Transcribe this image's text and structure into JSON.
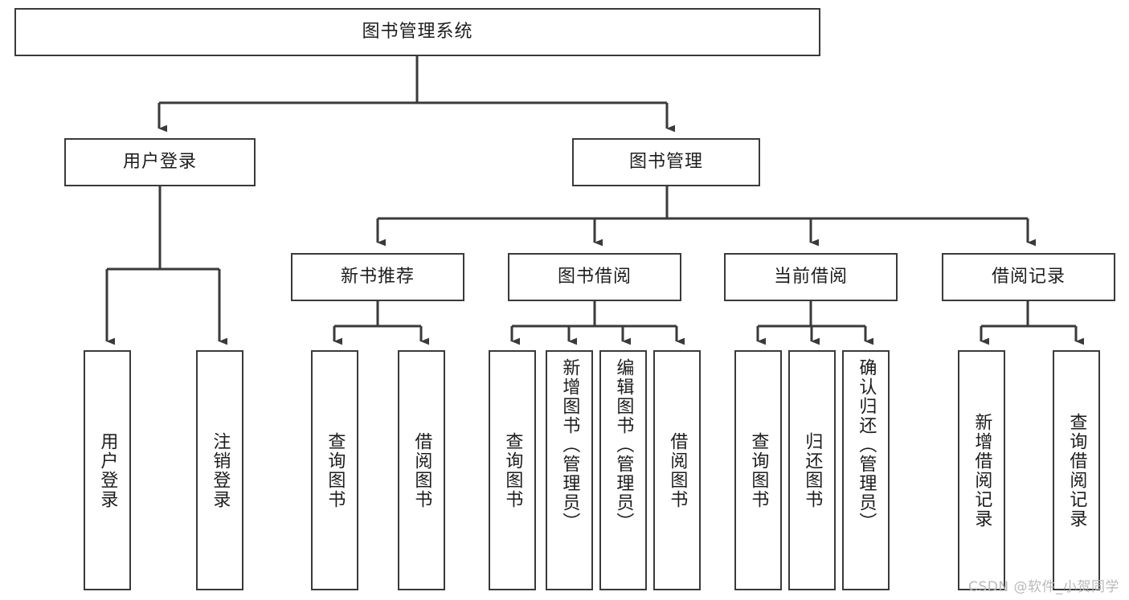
{
  "diagram": {
    "type": "tree-hierarchy-chart",
    "title_node": {
      "label": "图书管理系统"
    },
    "line_color": "#3a3a3a",
    "box_fill": "#ffffff",
    "text_color": "#1d1d1d",
    "levels": [
      {
        "level": 0,
        "nodes": [
          {
            "id": "root",
            "label": "图书管理系统",
            "orientation": "horizontal"
          }
        ]
      },
      {
        "level": 1,
        "nodes": [
          {
            "id": "login",
            "label": "用户登录",
            "orientation": "horizontal"
          },
          {
            "id": "bookmgmt",
            "label": "图书管理",
            "orientation": "horizontal"
          }
        ]
      },
      {
        "level": 2,
        "nodes": [
          {
            "id": "newbook",
            "label": "新书推荐",
            "orientation": "horizontal"
          },
          {
            "id": "borrow",
            "label": "图书借阅",
            "orientation": "horizontal"
          },
          {
            "id": "current",
            "label": "当前借阅",
            "orientation": "horizontal"
          },
          {
            "id": "records",
            "label": "借阅记录",
            "orientation": "horizontal"
          }
        ]
      },
      {
        "level": 3,
        "nodes": [
          {
            "id": "leaf-1",
            "label": "用户登录",
            "orientation": "vertical",
            "parent": "login"
          },
          {
            "id": "leaf-2",
            "label": "注销登录",
            "orientation": "vertical",
            "parent": "login"
          },
          {
            "id": "leaf-3",
            "label": "查询图书",
            "orientation": "vertical",
            "parent": "newbook"
          },
          {
            "id": "leaf-4",
            "label": "借阅图书",
            "orientation": "vertical",
            "parent": "newbook"
          },
          {
            "id": "leaf-5",
            "label": "查询图书",
            "orientation": "vertical",
            "parent": "borrow"
          },
          {
            "id": "leaf-6",
            "label": "新增图书（管理员）",
            "orientation": "vertical",
            "parent": "borrow"
          },
          {
            "id": "leaf-7",
            "label": "编辑图书（管理员）",
            "orientation": "vertical",
            "parent": "borrow"
          },
          {
            "id": "leaf-8",
            "label": "借阅图书",
            "orientation": "vertical",
            "parent": "borrow"
          },
          {
            "id": "leaf-9",
            "label": "查询图书",
            "orientation": "vertical",
            "parent": "current"
          },
          {
            "id": "leaf-10",
            "label": "归还图书",
            "orientation": "vertical",
            "parent": "current"
          },
          {
            "id": "leaf-11",
            "label": "确认归还（管理员）",
            "orientation": "vertical",
            "parent": "current"
          },
          {
            "id": "leaf-12",
            "label": "新增借阅记录",
            "orientation": "vertical",
            "parent": "records"
          },
          {
            "id": "leaf-13",
            "label": "查询借阅记录",
            "orientation": "vertical",
            "parent": "records"
          }
        ]
      }
    ]
  },
  "watermark": {
    "text": "CSDN @软件_小贺同学"
  }
}
